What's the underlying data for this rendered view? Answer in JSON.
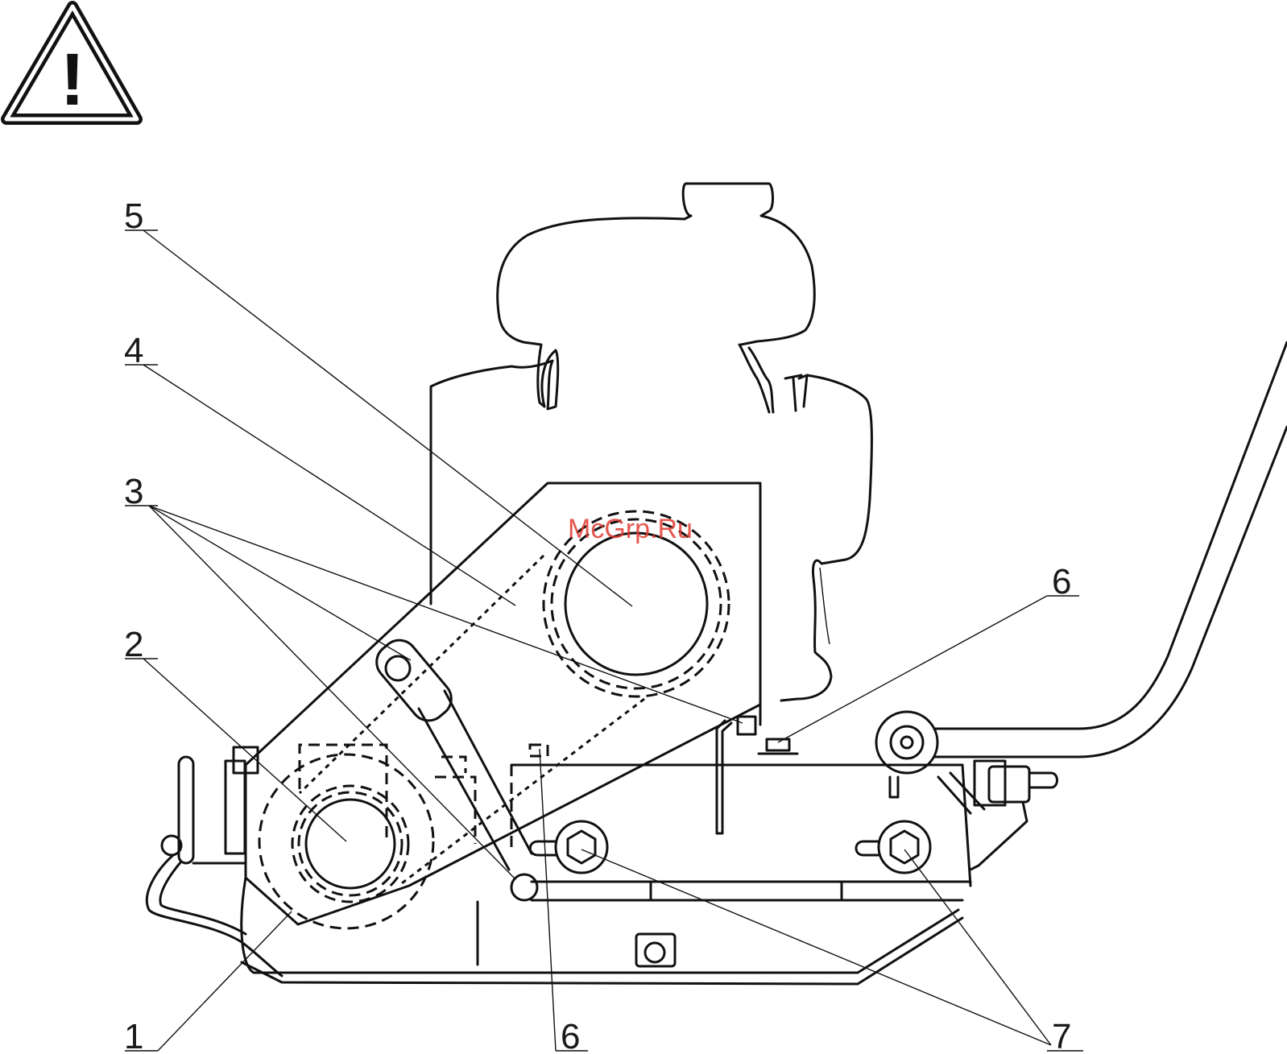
{
  "warning": {
    "icon": "warning-triangle-icon",
    "symbol": "!"
  },
  "watermark": "McGrp.Ru",
  "callouts": [
    "5",
    "4",
    "3",
    "2",
    "1",
    "6",
    "6",
    "7"
  ]
}
